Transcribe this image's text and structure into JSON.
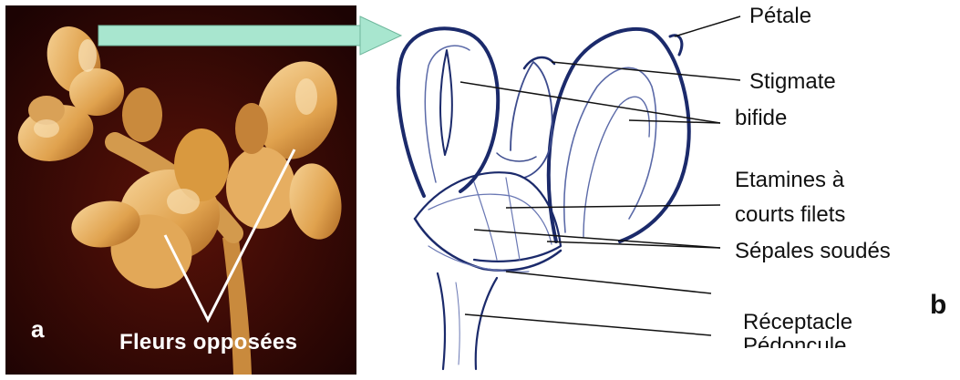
{
  "panel_a": {
    "letter": "a",
    "caption": "Fleurs opposées"
  },
  "panel_b": {
    "letter": "b",
    "labels": {
      "petale": "Pétale",
      "stigmate_line1": "Stigmate",
      "stigmate_line2": "bifide",
      "etamines_line1": "Etamines à",
      "etamines_line2": "courts filets",
      "sepales": "Sépales soudés",
      "receptacle": "Réceptacle",
      "pedoncule": "Pédoncule"
    }
  },
  "colors": {
    "photo_bg": "#2a0606",
    "flower": "#e8b26a",
    "arrow": "#a8e6cf",
    "ink": "#1b2a6b"
  }
}
